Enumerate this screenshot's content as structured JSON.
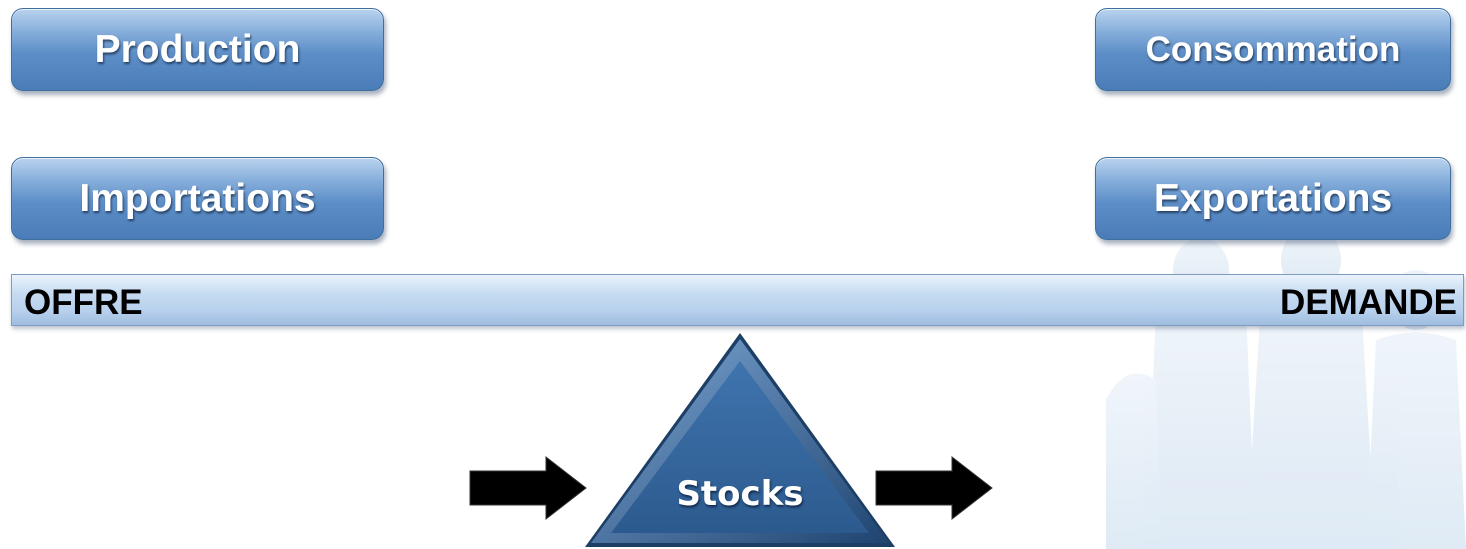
{
  "supply_boxes": {
    "production": "Production",
    "importations": "Importations"
  },
  "demand_boxes": {
    "consommation": "Consommation",
    "exportations": "Exportations"
  },
  "beam": {
    "left_label": "OFFRE",
    "right_label": "DEMANDE"
  },
  "fulcrum": {
    "label": "Stocks"
  },
  "colors": {
    "box_blue": "#5d8ec7",
    "beam_light_blue": "#c4daf1",
    "fulcrum_blue": "#2f5d90",
    "arrow_black": "#000000"
  },
  "icons": {
    "inflow_arrow": "arrow-right-icon",
    "outflow_arrow": "arrow-right-icon",
    "background": "people-silhouette-watermark"
  }
}
